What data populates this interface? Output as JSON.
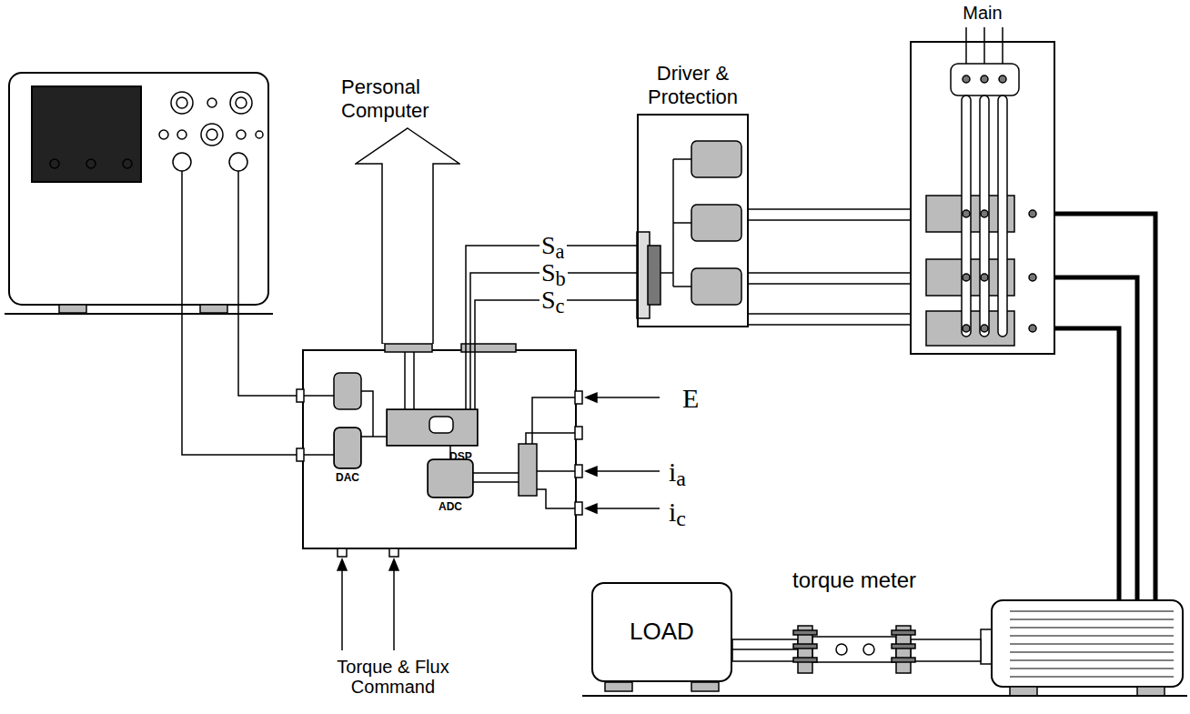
{
  "diagram": {
    "nodes": [
      {
        "text": [
          "Driver & Protection"
        ]
      },
      {
        "text": [
          "Main"
        ]
      },
      {
        "text": [
          "DSP"
        ]
      },
      {
        "text": [
          "ADC"
        ]
      },
      {
        "text": [
          "DAC"
        ]
      },
      {
        "text": [
          "LOAD"
        ]
      },
      {
        "text": [
          "torque meter"
        ]
      },
      {
        "text": [
          "Personal Computer"
        ]
      }
    ],
    "edges": [
      {
        "from": 2,
        "to": 0,
        "arrow": "none"
      },
      {
        "from": 0,
        "to": 1,
        "arrow": "none"
      },
      {
        "from": 2,
        "to": 3,
        "arrow": "none"
      },
      {
        "from": 2,
        "to": 4,
        "arrow": "none"
      },
      {
        "from": 6,
        "to": 5,
        "arrow": "none"
      }
    ],
    "labels": [
      "Sa",
      "Sb",
      "Sc",
      "E",
      "ia",
      "ic",
      "Torque & Flux Command"
    ]
  }
}
